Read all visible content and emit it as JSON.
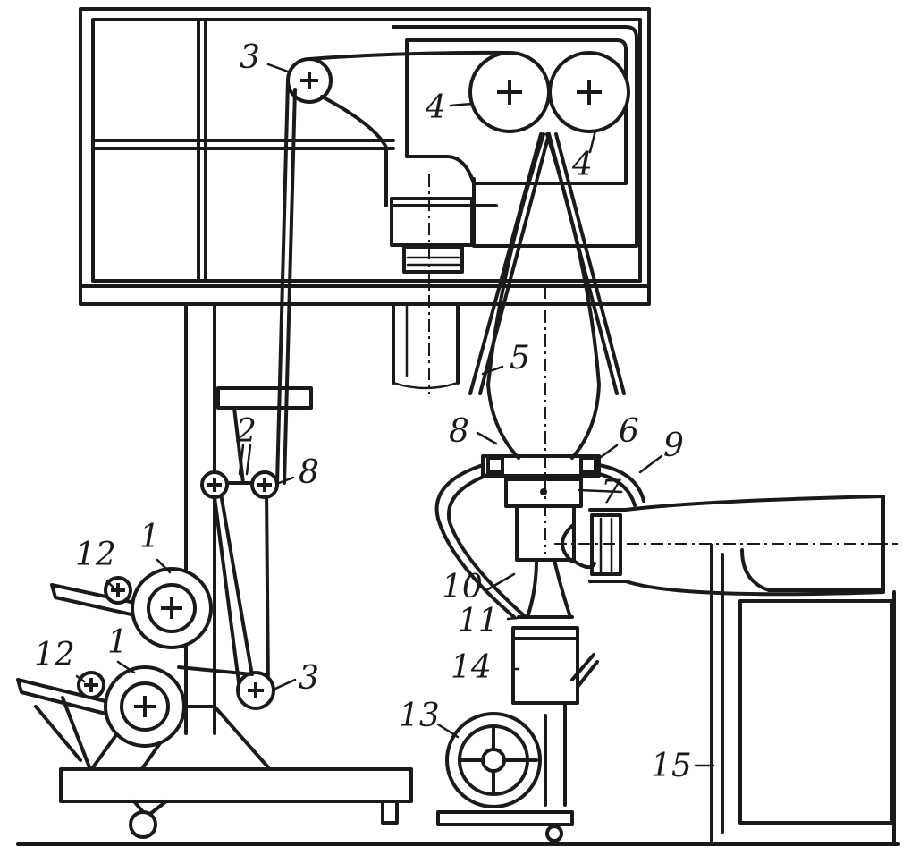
{
  "labels": {
    "l1a": "1",
    "l1b": "1",
    "l2": "2",
    "l3a": "3",
    "l3b": "3",
    "l4a": "4",
    "l4b": "4",
    "l5": "5",
    "l6": "6",
    "l7": "7",
    "l8a": "8",
    "l8b": "8",
    "l9": "9",
    "l10": "10",
    "l11": "11",
    "l12a": "12",
    "l12b": "12",
    "l13": "13",
    "l14": "14",
    "l15": "15"
  }
}
